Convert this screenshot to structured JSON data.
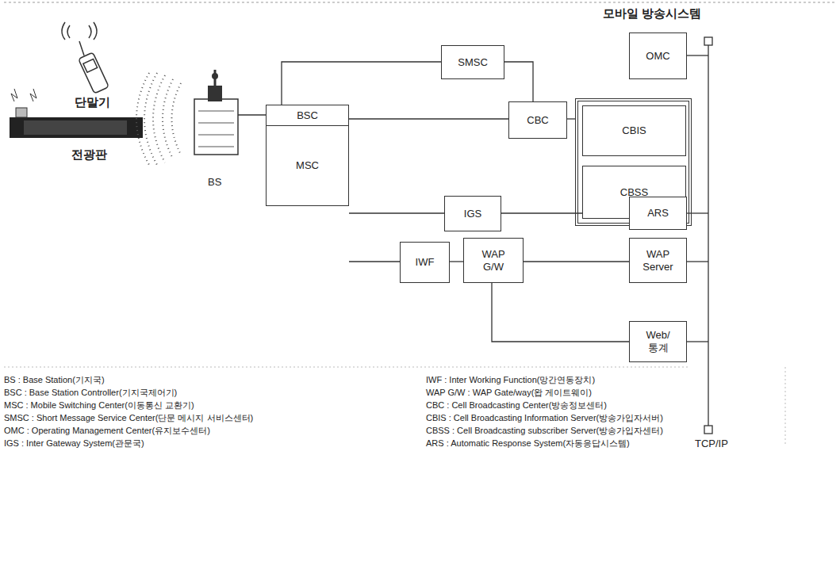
{
  "diagram": {
    "nodes": [
      {
        "text": [
          "SMSC"
        ]
      },
      {
        "text": [
          "OMC"
        ]
      },
      {
        "text": [
          "CBC"
        ]
      },
      {
        "text": []
      },
      {
        "text": [
          "CBIS"
        ],
        "in": 3
      },
      {
        "text": [
          "CBSS"
        ],
        "in": 3
      },
      {
        "text": [
          "BSC"
        ]
      },
      {
        "text": [
          "MSC"
        ]
      },
      {
        "text": [
          "IGS"
        ]
      },
      {
        "text": [
          "ARS"
        ]
      },
      {
        "text": [
          "IWF"
        ]
      },
      {
        "text": [
          "WAP G/W"
        ]
      },
      {
        "text": [
          "WAP Server"
        ]
      },
      {
        "text": [
          "Web/ 통계"
        ]
      }
    ],
    "edges": [
      {
        "from": 6,
        "to": 0,
        "arrow": "none"
      },
      {
        "from": 0,
        "to": 2,
        "arrow": "none"
      },
      {
        "from": 6,
        "to": 2,
        "arrow": "none"
      },
      {
        "from": 2,
        "to": 3,
        "arrow": "none"
      },
      {
        "from": 7,
        "to": 8,
        "arrow": "none"
      },
      {
        "from": 8,
        "to": 9,
        "arrow": "none"
      },
      {
        "from": 7,
        "to": 10,
        "arrow": "none"
      },
      {
        "from": 10,
        "to": 11,
        "arrow": "none"
      },
      {
        "from": 11,
        "to": 12,
        "arrow": "none"
      },
      {
        "from": 11,
        "to": 13,
        "arrow": "none"
      }
    ],
    "labels": [
      "모바일 방송시스템",
      "단말기",
      "전광판",
      "BS",
      "TCP/IP",
      "BS : Base Station(기지국)",
      "BSC : Base Station Controller(기지국제어기)",
      "MSC : Mobile Switching Center(이동통신 교환기)",
      "SMSC : Short Message Service Center(단문 메시지 서비스센터)",
      "OMC : Operating Management Center(유지보수센터)",
      "IGS : Inter Gateway System(관문국)",
      "IWF : Inter Working Function(망간연동장치)",
      "WAP G/W : WAP Gate/way(왑 게이트웨이)",
      "CBC : Cell Broadcasting Center(방송정보센터)",
      "CBIS : Cell Broadcasting Information Server(방송가입자서버)",
      "CBSS : Cell Broadcasting subscriber Server(방송가입자센터)",
      "ARS : Automatic Response System(자동응답시스템)"
    ]
  }
}
